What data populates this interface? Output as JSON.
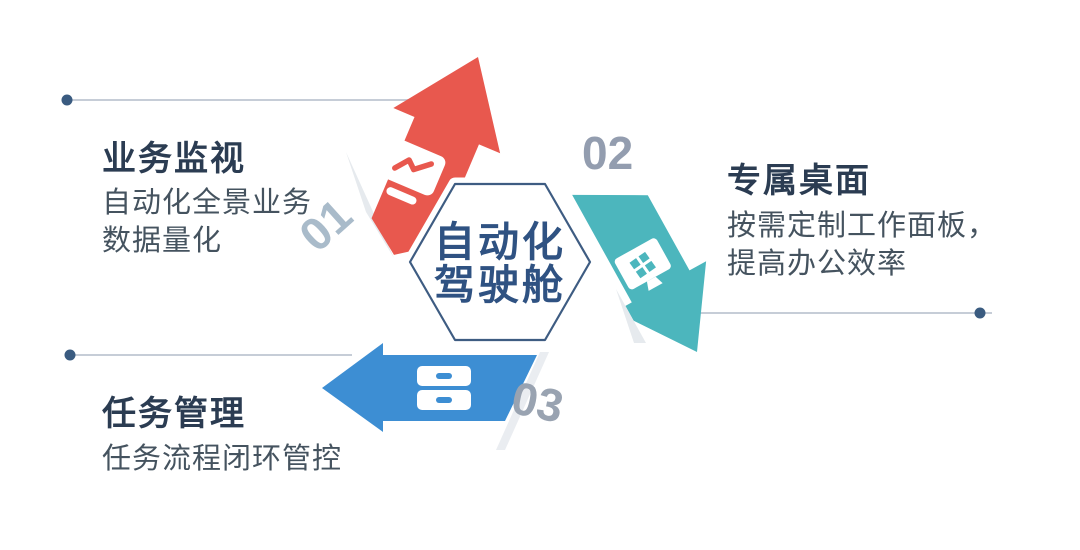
{
  "center": {
    "line1": "自动化",
    "line2": "驾驶舱"
  },
  "steps": [
    {
      "number": "01",
      "title": "业务监视",
      "desc_line1": "自动化全景业务",
      "desc_line2": "数据量化",
      "icon": "chart-monitor-icon",
      "arrow_color": "#E8584E",
      "arrow_direction": "up-right"
    },
    {
      "number": "02",
      "title": "专属桌面",
      "desc_line1": "按需定制工作面板，",
      "desc_line2": "提高办公效率",
      "icon": "windows-desktop-icon",
      "arrow_color": "#4CB6BD",
      "arrow_direction": "down-right"
    },
    {
      "number": "03",
      "title": "任务管理",
      "desc_line1": "任务流程闭环管控",
      "icon": "drawer-cabinet-icon",
      "arrow_color": "#3D8ED3",
      "arrow_direction": "left"
    }
  ],
  "colors": {
    "red": "#E8584E",
    "teal": "#4CB6BD",
    "blue": "#3D8ED3",
    "navy_dot": "#3A5B80",
    "hexagon_border": "#3E5C82",
    "hexagon_text": "#2F5282",
    "title_text": "#2B3C52",
    "body_text": "#45535F",
    "number_text": "#98A2B3",
    "guide_line": "#C6CDD7",
    "background": "#FFFFFF"
  }
}
